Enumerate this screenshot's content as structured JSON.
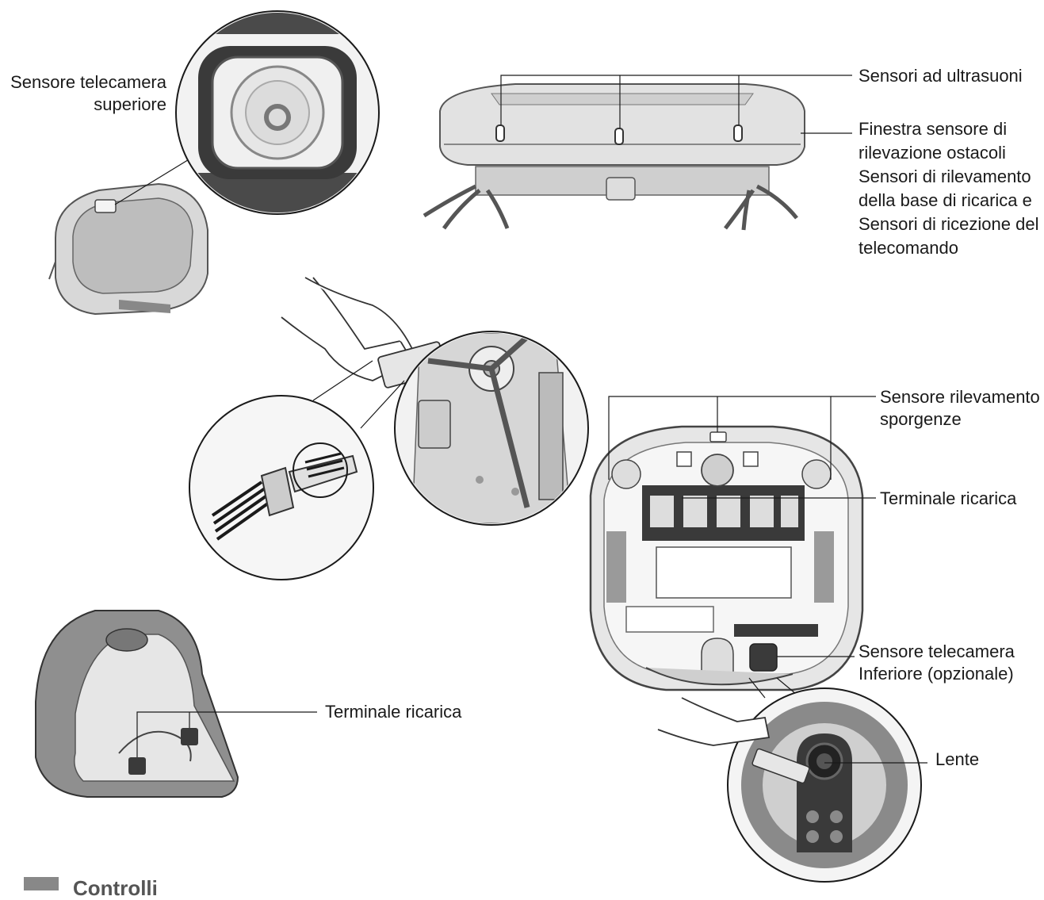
{
  "labels": {
    "top_camera": [
      "Sensore telecamera",
      "superiore"
    ],
    "ultrasonic": [
      "Sensori ad ultrasuoni"
    ],
    "obstacle_window": [
      "Finestra sensore di",
      "rilevazione ostacoli",
      "Sensori di rilevamento",
      "della base di ricarica e",
      "Sensori di ricezione del",
      "telecomando"
    ],
    "cliff_sensor": [
      "Sensore rilevamento",
      "sporgenze"
    ],
    "charge_terminal_robot": [
      "Terminale ricarica"
    ],
    "bottom_camera": [
      "Sensore telecamera",
      "Inferiore (opzionale)"
    ],
    "charge_terminal_base": [
      "Terminale ricarica"
    ],
    "lens": [
      "Lente"
    ]
  },
  "footer": {
    "heading": "Controlli"
  },
  "colors": {
    "line": "#1a1a1a",
    "body_fill": "#e4e4e4",
    "dark_fill": "#3a3a3a",
    "mid_fill": "#9a9a9a"
  }
}
